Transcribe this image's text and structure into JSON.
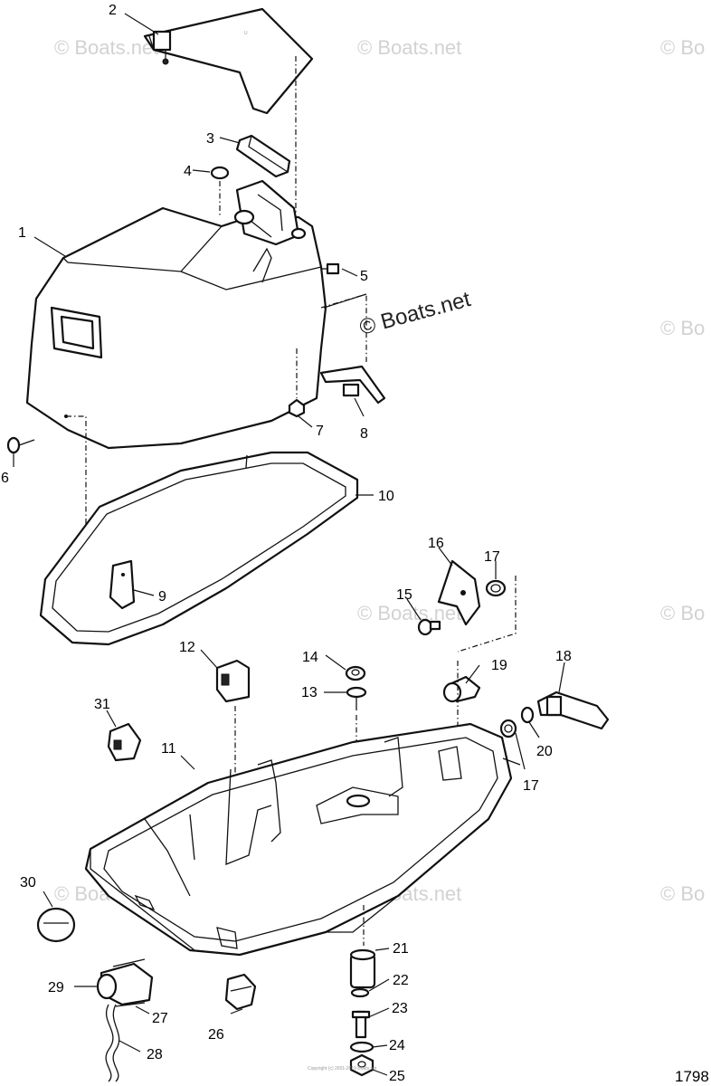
{
  "diagram": {
    "callouts": {
      "c1": "1",
      "c2": "2",
      "c3": "3",
      "c4": "4",
      "c5": "5",
      "c6": "6",
      "c7": "7",
      "c8": "8",
      "c9": "9",
      "c10": "10",
      "c11": "11",
      "c12": "12",
      "c13": "13",
      "c14": "14",
      "c15": "15",
      "c16": "16",
      "c17a": "17",
      "c17b": "17",
      "c18": "18",
      "c19": "19",
      "c20": "20",
      "c21": "21",
      "c22": "22",
      "c23": "23",
      "c24": "24",
      "c25": "25",
      "c26": "26",
      "c27": "27",
      "c28": "28",
      "c29": "29",
      "c30": "30",
      "c31": "31"
    },
    "reference_number": "1798",
    "watermark": "© Boats.net",
    "watermark_short": "© Bo",
    "copyright_note": "Copyright (c) 2001-2019 Boats.net"
  }
}
